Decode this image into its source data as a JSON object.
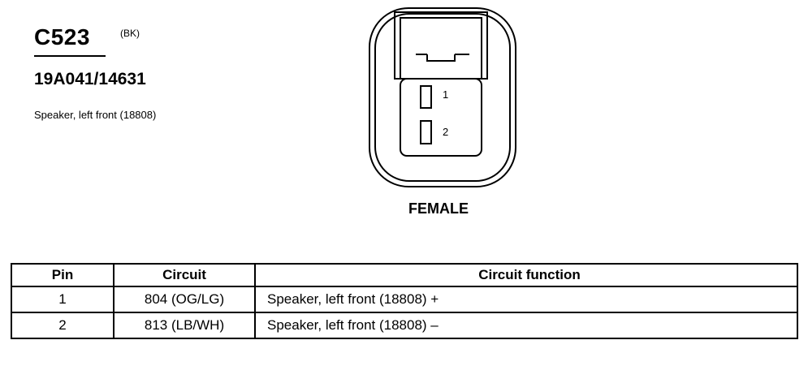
{
  "connector": {
    "id": "C523",
    "color_code": "(BK)",
    "part_numbers": "19A041/14631",
    "description": "Speaker, left front (18808)",
    "gender": "FEMALE",
    "pins": [
      "1",
      "2"
    ]
  },
  "table": {
    "headers": {
      "pin": "Pin",
      "circuit": "Circuit",
      "function": "Circuit function"
    },
    "rows": [
      {
        "pin": "1",
        "circuit": "804 (OG/LG)",
        "function": "Speaker, left front (18808) +"
      },
      {
        "pin": "2",
        "circuit": "813 (LB/WH)",
        "function": "Speaker, left front (18808) –"
      }
    ]
  }
}
